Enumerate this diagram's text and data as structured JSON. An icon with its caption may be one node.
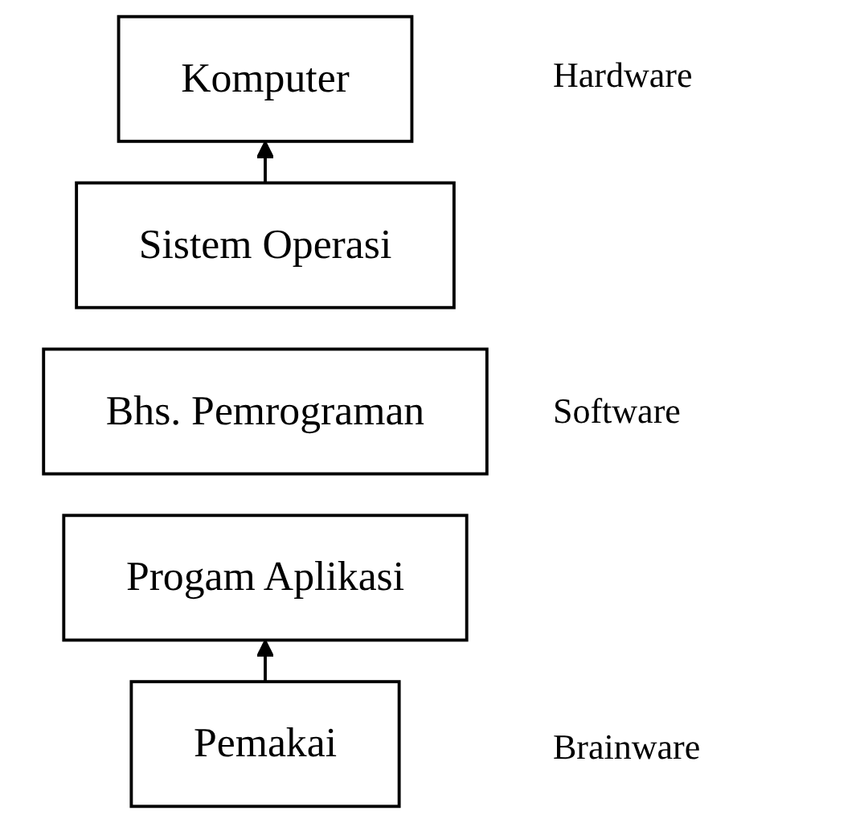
{
  "diagram": {
    "nodes": [
      {
        "text": [
          "Komputer"
        ]
      },
      {
        "text": [
          "Sistem Operasi"
        ]
      },
      {
        "text": [
          "Bhs. Pemrograman"
        ]
      },
      {
        "text": [
          "Progam Aplikasi"
        ]
      },
      {
        "text": [
          "Pemakai"
        ]
      }
    ],
    "edges": [
      {
        "from": 1,
        "to": 0,
        "arrow": "to"
      },
      {
        "from": 4,
        "to": 3,
        "arrow": "to"
      }
    ],
    "labels": [
      "Hardware",
      "Software",
      "Brainware"
    ]
  }
}
